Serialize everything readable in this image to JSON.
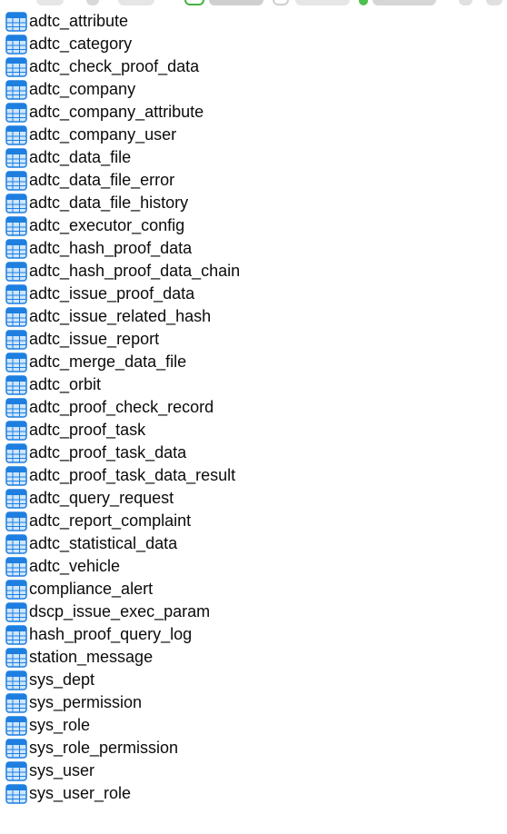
{
  "colors": {
    "icon_blue": "#1e7fe0",
    "icon_light": "#cfe6fb",
    "text": "#0b0b0b"
  },
  "table_icon": "database-table-icon",
  "tables": [
    "adtc_attribute",
    "adtc_category",
    "adtc_check_proof_data",
    "adtc_company",
    "adtc_company_attribute",
    "adtc_company_user",
    "adtc_data_file",
    "adtc_data_file_error",
    "adtc_data_file_history",
    "adtc_executor_config",
    "adtc_hash_proof_data",
    "adtc_hash_proof_data_chain",
    "adtc_issue_proof_data",
    "adtc_issue_related_hash",
    "adtc_issue_report",
    "adtc_merge_data_file",
    "adtc_orbit",
    "adtc_proof_check_record",
    "adtc_proof_task",
    "adtc_proof_task_data",
    "adtc_proof_task_data_result",
    "adtc_query_request",
    "adtc_report_complaint",
    "adtc_statistical_data",
    "adtc_vehicle",
    "compliance_alert",
    "dscp_issue_exec_param",
    "hash_proof_query_log",
    "station_message",
    "sys_dept",
    "sys_permission",
    "sys_role",
    "sys_role_permission",
    "sys_user",
    "sys_user_role"
  ]
}
